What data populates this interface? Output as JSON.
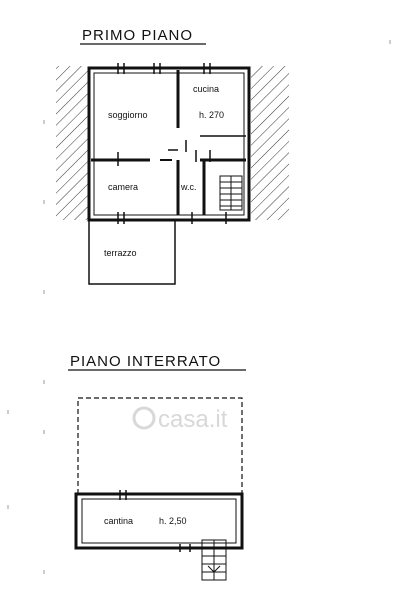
{
  "floors": {
    "first": {
      "title": "PRIMO PIANO",
      "rooms": {
        "soggiorno": "soggiorno",
        "cucina": "cucina",
        "cucina_height": "h. 270",
        "camera": "camera",
        "wc": "w.c.",
        "terrazzo": "terrazzo"
      }
    },
    "basement": {
      "title": "PIANO  INTERRATO",
      "rooms": {
        "cantina": "cantina",
        "cantina_height": "h. 2,50"
      }
    }
  },
  "watermark": "casa.it",
  "colors": {
    "ink": "#111111",
    "watermark": "#d8d8d8"
  }
}
